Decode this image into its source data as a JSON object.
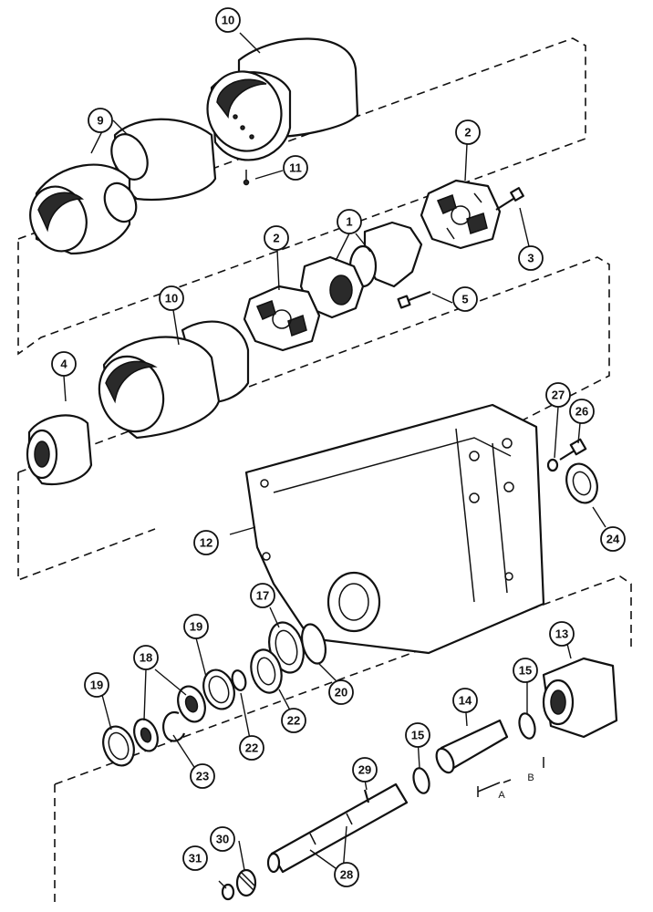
{
  "callouts": {
    "c1": "1",
    "c2a": "2",
    "c2b": "2",
    "c3": "3",
    "c4": "4",
    "c5": "5",
    "c9": "9",
    "c10a": "10",
    "c10b": "10",
    "c11": "11",
    "c12": "12",
    "c13": "13",
    "c14": "14",
    "c15a": "15",
    "c15b": "15",
    "c17": "17",
    "c18": "18",
    "c19a": "19",
    "c19b": "19",
    "c20": "20",
    "c22a": "22",
    "c22b": "22",
    "c23": "23",
    "c24": "24",
    "c26": "26",
    "c27": "27",
    "c28": "28",
    "c29": "29",
    "c30": "30",
    "c31": "31"
  },
  "dimensions": {
    "a": "A",
    "b": "B"
  }
}
